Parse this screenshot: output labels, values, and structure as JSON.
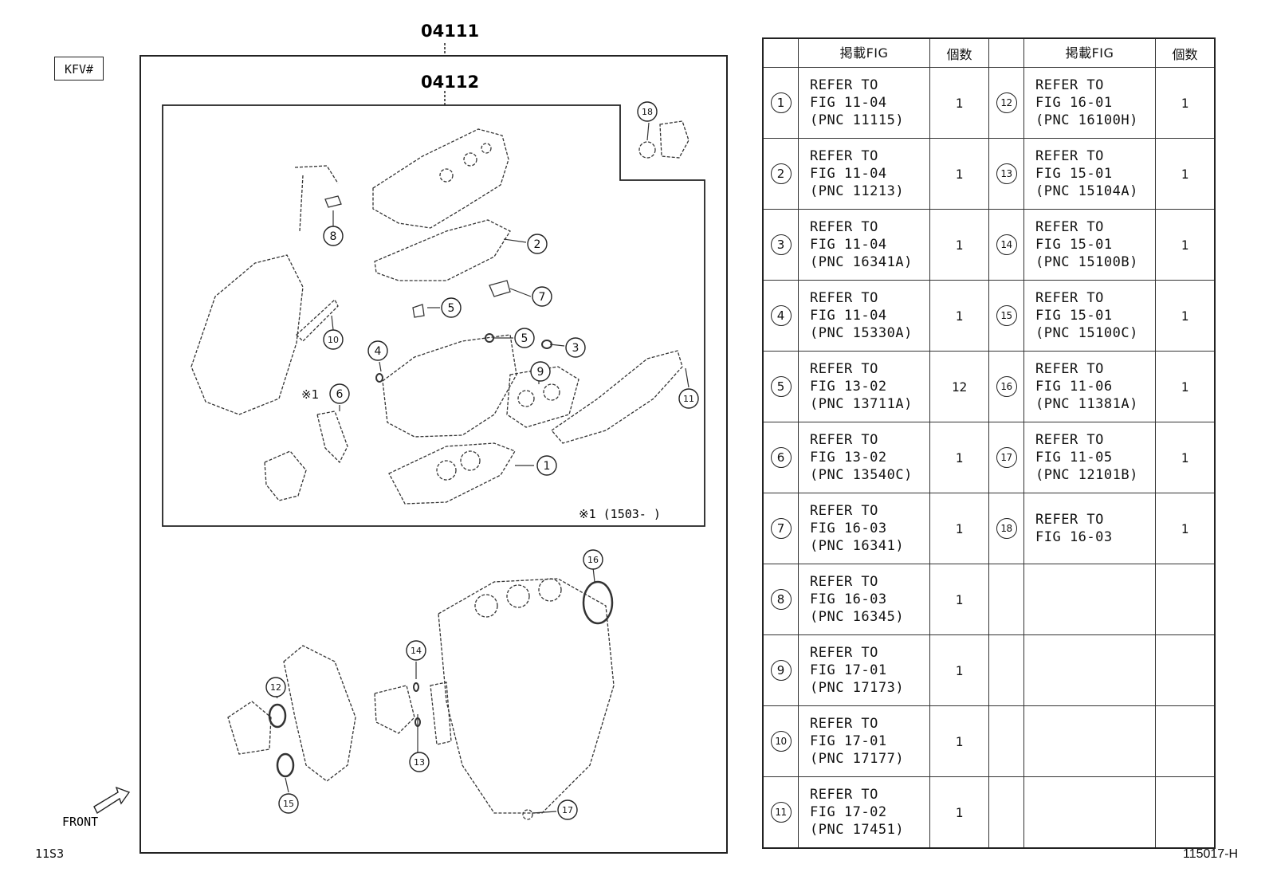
{
  "header": {
    "model_code": "KFV#",
    "assembly_main": "04111",
    "assembly_sub": "04112"
  },
  "diagram": {
    "footnote": "※1 (1503-    )",
    "callout_marker": "※1",
    "front_label": "FRONT",
    "callouts": [
      "1",
      "2",
      "3",
      "4",
      "5",
      "5",
      "6",
      "7",
      "8",
      "9",
      "10",
      "11",
      "12",
      "13",
      "14",
      "15",
      "16",
      "17",
      "18"
    ]
  },
  "footer": {
    "left_code": "11S3",
    "right_code": "115017-H"
  },
  "table": {
    "headers": {
      "fig_left": "掲載FIG",
      "qty_left": "個数",
      "fig_right": "掲載FIG",
      "qty_right": "個数"
    },
    "rows": [
      {
        "left": {
          "no": "1",
          "line1": "REFER TO",
          "line2": "FIG 11-04",
          "line3": "(PNC 11115)",
          "qty": "1"
        },
        "right": {
          "no": "12",
          "line1": "REFER TO",
          "line2": "FIG 16-01",
          "line3": "(PNC 16100H)",
          "qty": "1"
        }
      },
      {
        "left": {
          "no": "2",
          "line1": "REFER TO",
          "line2": "FIG 11-04",
          "line3": "(PNC 11213)",
          "qty": "1"
        },
        "right": {
          "no": "13",
          "line1": "REFER TO",
          "line2": "FIG 15-01",
          "line3": "(PNC 15104A)",
          "qty": "1"
        }
      },
      {
        "left": {
          "no": "3",
          "line1": "REFER TO",
          "line2": "FIG 11-04",
          "line3": "(PNC 16341A)",
          "qty": "1"
        },
        "right": {
          "no": "14",
          "line1": "REFER TO",
          "line2": "FIG 15-01",
          "line3": "(PNC 15100B)",
          "qty": "1"
        }
      },
      {
        "left": {
          "no": "4",
          "line1": "REFER TO",
          "line2": "FIG 11-04",
          "line3": "(PNC 15330A)",
          "qty": "1"
        },
        "right": {
          "no": "15",
          "line1": "REFER TO",
          "line2": "FIG 15-01",
          "line3": "(PNC 15100C)",
          "qty": "1"
        }
      },
      {
        "left": {
          "no": "5",
          "line1": "REFER TO",
          "line2": "FIG 13-02",
          "line3": "(PNC 13711A)",
          "qty": "12"
        },
        "right": {
          "no": "16",
          "line1": "REFER TO",
          "line2": "FIG 11-06",
          "line3": "(PNC 11381A)",
          "qty": "1"
        }
      },
      {
        "left": {
          "no": "6",
          "line1": "REFER TO",
          "line2": "FIG 13-02",
          "line3": "(PNC 13540C)",
          "qty": "1"
        },
        "right": {
          "no": "17",
          "line1": "REFER TO",
          "line2": "FIG 11-05",
          "line3": "(PNC 12101B)",
          "qty": "1"
        }
      },
      {
        "left": {
          "no": "7",
          "line1": "REFER TO",
          "line2": "FIG 16-03",
          "line3": "(PNC 16341)",
          "qty": "1"
        },
        "right": {
          "no": "18",
          "line1": "REFER TO",
          "line2": "FIG 16-03",
          "line3": "",
          "qty": "1"
        }
      },
      {
        "left": {
          "no": "8",
          "line1": "REFER TO",
          "line2": "FIG 16-03",
          "line3": "(PNC 16345)",
          "qty": "1"
        },
        "right": {
          "no": "",
          "line1": "",
          "line2": "",
          "line3": "",
          "qty": ""
        }
      },
      {
        "left": {
          "no": "9",
          "line1": "REFER TO",
          "line2": "FIG 17-01",
          "line3": "(PNC 17173)",
          "qty": "1"
        },
        "right": {
          "no": "",
          "line1": "",
          "line2": "",
          "line3": "",
          "qty": ""
        }
      },
      {
        "left": {
          "no": "10",
          "line1": "REFER TO",
          "line2": "FIG 17-01",
          "line3": "(PNC 17177)",
          "qty": "1"
        },
        "right": {
          "no": "",
          "line1": "",
          "line2": "",
          "line3": "",
          "qty": ""
        }
      },
      {
        "left": {
          "no": "11",
          "line1": "REFER TO",
          "line2": "FIG 17-02",
          "line3": "(PNC 17451)",
          "qty": "1"
        },
        "right": {
          "no": "",
          "line1": "",
          "line2": "",
          "line3": "",
          "qty": ""
        }
      }
    ]
  }
}
